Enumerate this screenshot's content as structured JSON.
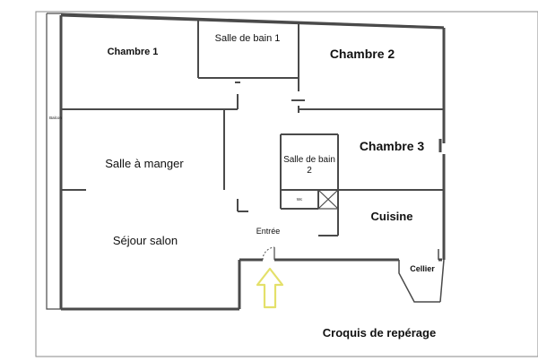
{
  "plan": {
    "rooms": {
      "chambre1": "Chambre 1",
      "sdb1": "Salle de bain 1",
      "chambre2": "Chambre 2",
      "balcon": "Balcon",
      "salle_manger": "Salle à manger",
      "sdb2_line1": "Salle de bain",
      "sdb2_line2": "2",
      "wc": "Wc",
      "chambre3": "Chambre 3",
      "cuisine": "Cuisine",
      "sejour": "Séjour salon",
      "entree": "Entrée",
      "cellier": "Cellier"
    },
    "caption": "Croquis de repérage",
    "colors": {
      "wall": "#4a4a4a",
      "arrow": "#e4e06a",
      "text": "#111111"
    },
    "icons": [
      "entrance-arrow-icon",
      "door-arc-icon",
      "wc-cross-icon"
    ]
  }
}
